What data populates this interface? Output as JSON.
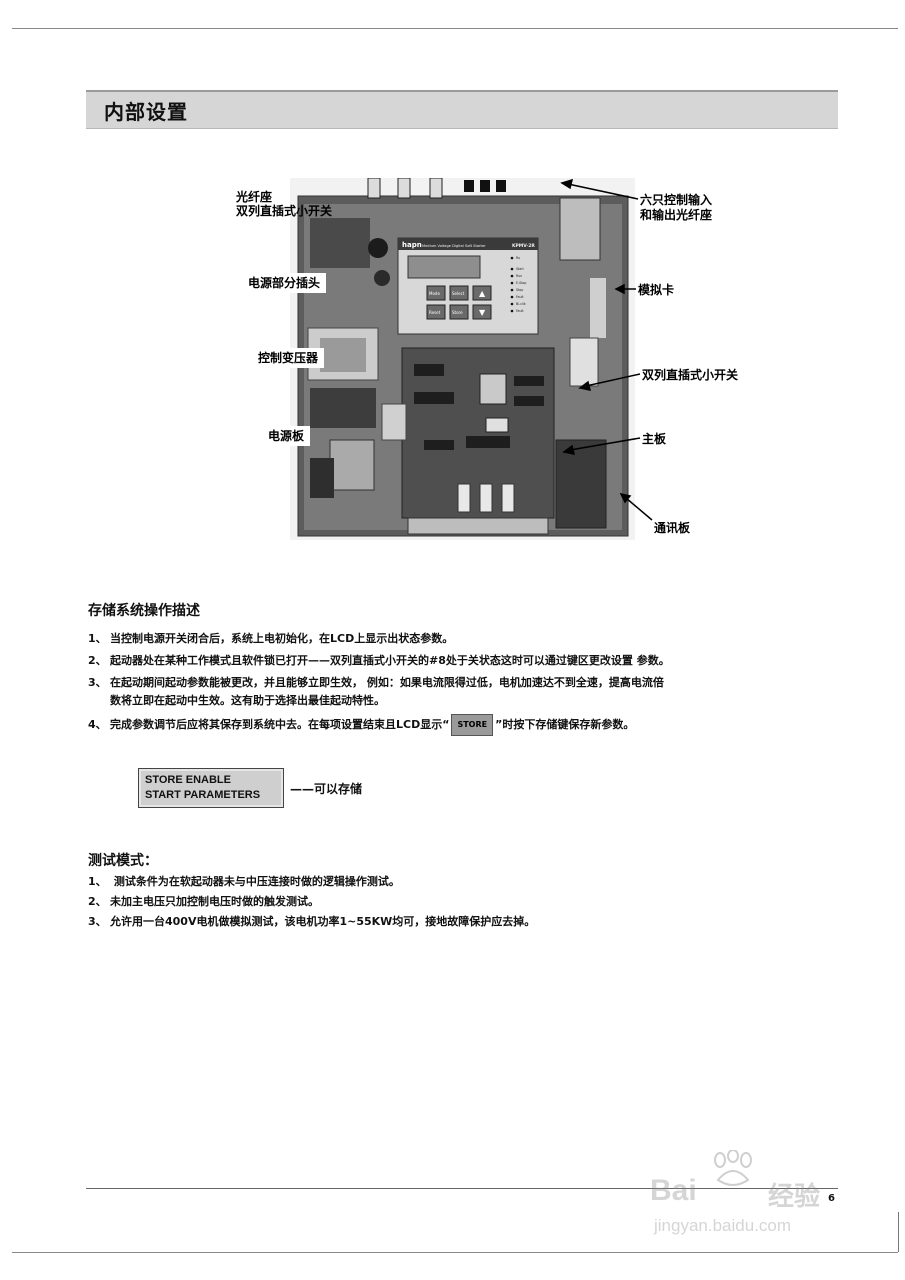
{
  "header": {
    "title": "内部设置"
  },
  "figure": {
    "labels": {
      "fiber_socket": "光纤座",
      "dip_switch_top": "双列直插式小开关",
      "six_io_line1": "六只控制输入",
      "six_io_line2": "和输出光纤座",
      "power_plug": "电源部分插头",
      "analog_card": "模拟卡",
      "control_transformer": "控制变压器",
      "dip_switch_right": "双列直插式小开关",
      "power_board": "电源板",
      "main_board": "主板",
      "comm_board": "通讯板"
    },
    "keypad": {
      "brand": "hapn",
      "subtitle": "Medium Voltage Digital Soft Starter",
      "model": "KPMV-2R",
      "buttons": [
        "Mode",
        "Select",
        "Reset",
        "Store"
      ],
      "leds": [
        "Ru",
        "Start",
        "Run",
        "E-Stop",
        "Stop",
        "Fault",
        "Bi-clik",
        "Fault"
      ]
    }
  },
  "storage": {
    "heading": "存储系统操作描述",
    "items": [
      {
        "num": "1、",
        "text": "当控制电源开关闭合后，系统上电初始化，在LCD上显示出状态参数。"
      },
      {
        "num": "2、",
        "text": "起动器处在某种工作模式且软件锁已打开——双列直插式小开关的#8处于关状态这时可以通过键区更改设置 参数。"
      },
      {
        "num": "3、",
        "text": "在起动期间起动参数能被更改，并且能够立即生效，     例如：如果电流限得过低，电机加速达不到全速，提高电流倍"
      },
      {
        "num": "",
        "text": "数将立即在起动中生效。这有助于选择出最佳起动特性。"
      },
      {
        "num": "4、",
        "text_before": "完成参数调节后应将其保存到系统中去。在每项设置结束且LCD显示“",
        "chip": "STORE",
        "text_after": "”时按下存储键保存新参数。"
      }
    ],
    "lcd": {
      "line1": "STORE ENABLE",
      "line2": "START PARAMETERS",
      "caption": "——可以存储"
    }
  },
  "test_mode": {
    "heading": "测试模式：",
    "items": [
      {
        "num": "1、",
        "text": " 测试条件为在软起动器未与中压连接时做的逻辑操作测试。"
      },
      {
        "num": "2、",
        "text": "未加主电压只加控制电压时做的触发测试。"
      },
      {
        "num": "3、",
        "text": "允许用一台400V电机做模拟测试，该电机功率1~55KW均可，接地故障保护应去掉。"
      }
    ]
  },
  "footer": {
    "page_number": "6"
  },
  "watermark": {
    "line1": "Bai",
    "line2": "经验",
    "url": "jingyan.baidu.com"
  },
  "colors": {
    "title_bar": "#d6d6d6",
    "lcd_bg": "#cfcfcf",
    "board": "#6e6e6e"
  }
}
